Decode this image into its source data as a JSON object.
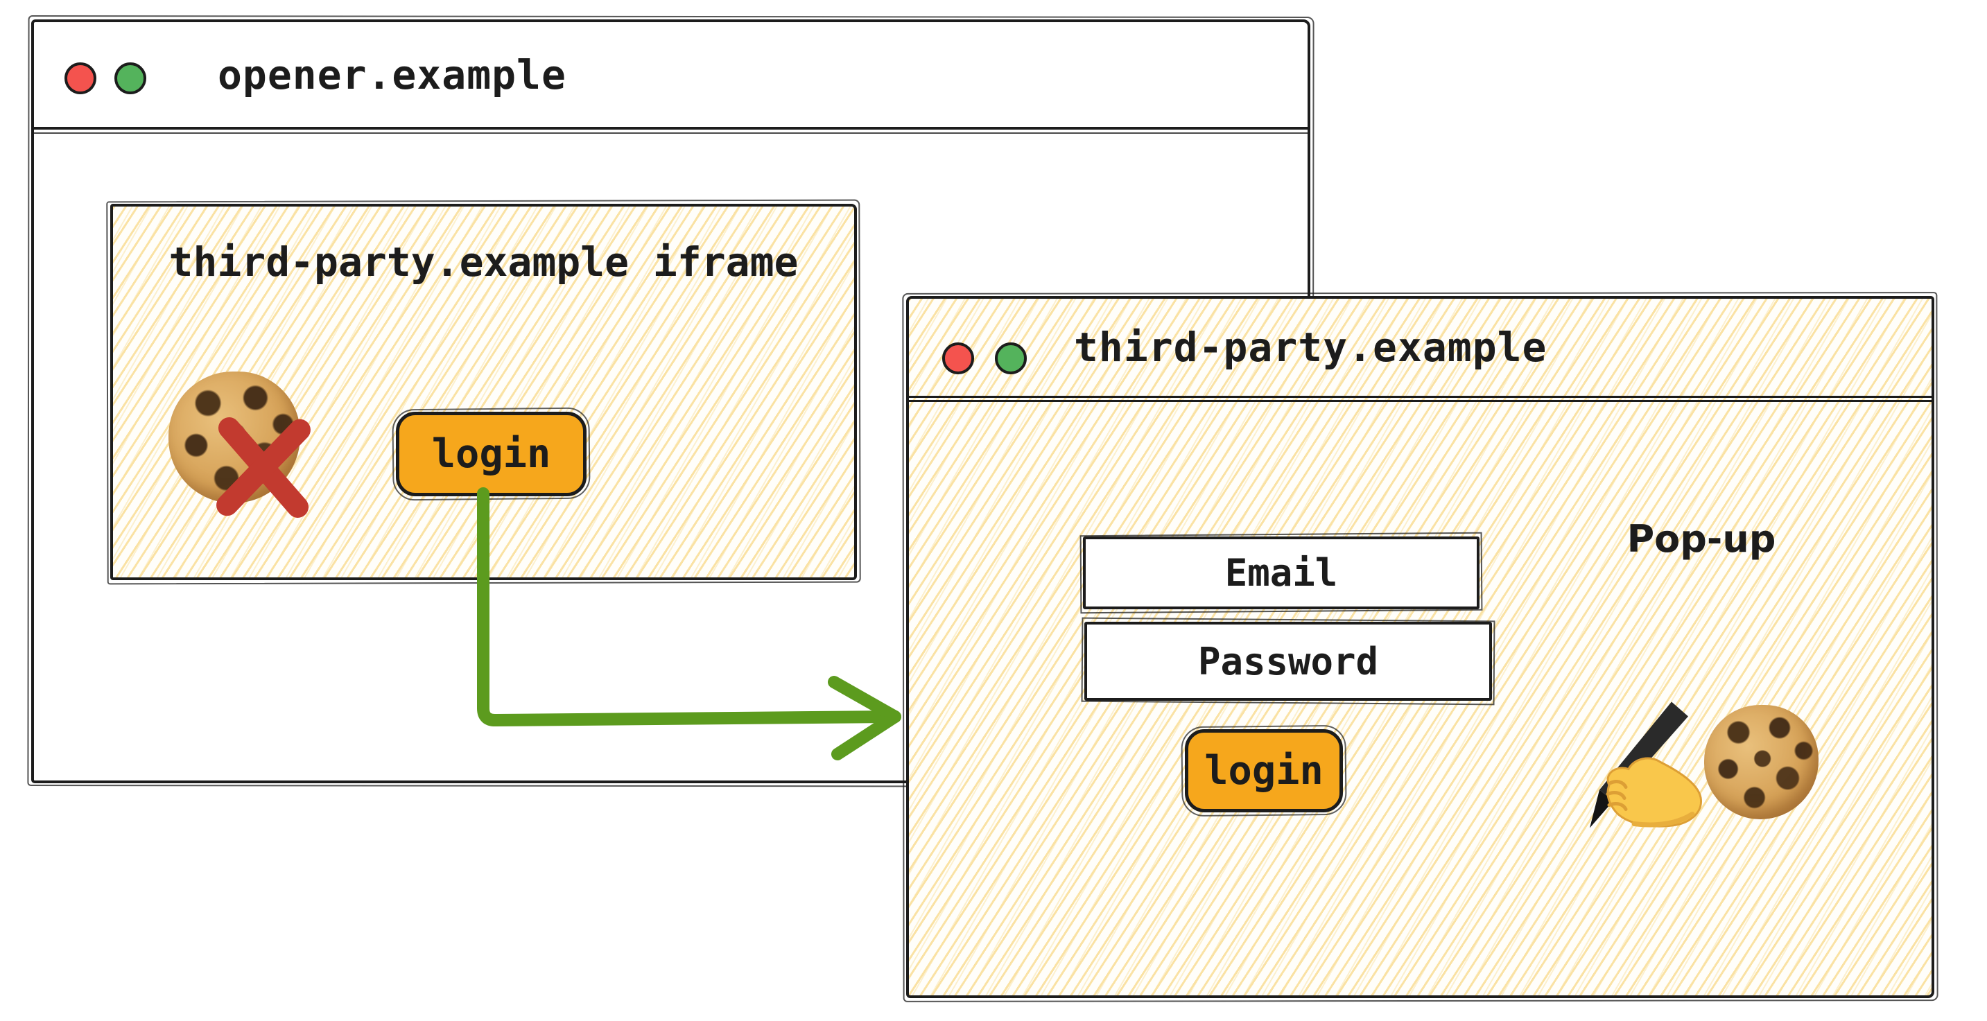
{
  "colors": {
    "ink": "#1c1c1c",
    "button_orange": "#f6a71c",
    "arrow_green": "#5c9b1e",
    "blocked_x_red": "#c23a2f",
    "traffic_dot_red": "#f4534e",
    "traffic_dot_green": "#54b35c",
    "hatch_yellow": "#fae1a0"
  },
  "opener_window": {
    "title": "opener.example",
    "iframe": {
      "label": "third-party.example iframe",
      "login_button_label": "login"
    }
  },
  "popup_window": {
    "title": "third-party.example",
    "corner_label": "Pop-up",
    "email_field_label": "Email",
    "password_field_label": "Password",
    "login_button_label": "login"
  }
}
